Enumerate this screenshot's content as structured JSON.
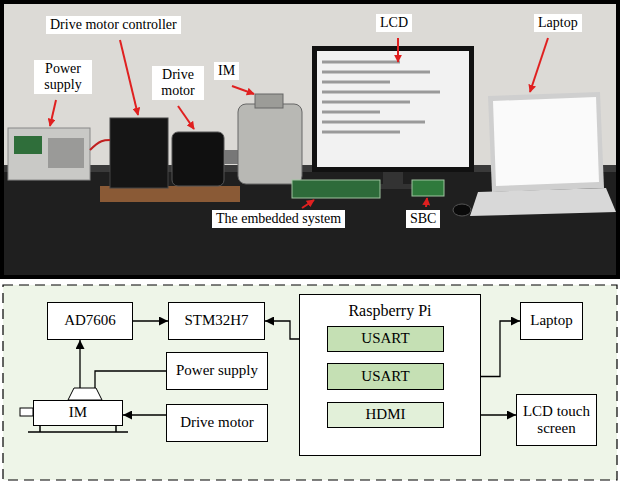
{
  "diagram": {
    "nodes": [
      {
        "text": [
          "AD7606"
        ]
      },
      {
        "text": [
          "STM32H7"
        ]
      },
      {
        "text": [
          "Raspberry Pi"
        ]
      },
      {
        "text": [
          "USART"
        ],
        "in": 2
      },
      {
        "text": [
          "USART"
        ],
        "in": 2
      },
      {
        "text": [
          "HDMI"
        ],
        "in": 2
      },
      {
        "text": [
          "Laptop"
        ]
      },
      {
        "text": [
          "Power supply"
        ]
      },
      {
        "text": [
          "IM"
        ]
      },
      {
        "text": [
          "Drive motor"
        ]
      },
      {
        "text": [
          "LCD touch screen"
        ]
      }
    ],
    "edges": [
      {
        "from": 8,
        "to": 0,
        "arrow": "to"
      },
      {
        "from": 0,
        "to": 1,
        "arrow": "to"
      },
      {
        "from": 1,
        "to": 3,
        "arrow": "both"
      },
      {
        "from": 4,
        "to": 6,
        "arrow": "both"
      },
      {
        "from": 5,
        "to": 10,
        "arrow": "both"
      },
      {
        "from": 7,
        "to": 8,
        "arrow": "none"
      },
      {
        "from": 9,
        "to": 8,
        "arrow": "to"
      }
    ],
    "labels": [
      "Power supply",
      "Drive motor controller",
      "Drive motor",
      "IM",
      "LCD",
      "Laptop",
      "The embedded system",
      "SBC"
    ]
  }
}
